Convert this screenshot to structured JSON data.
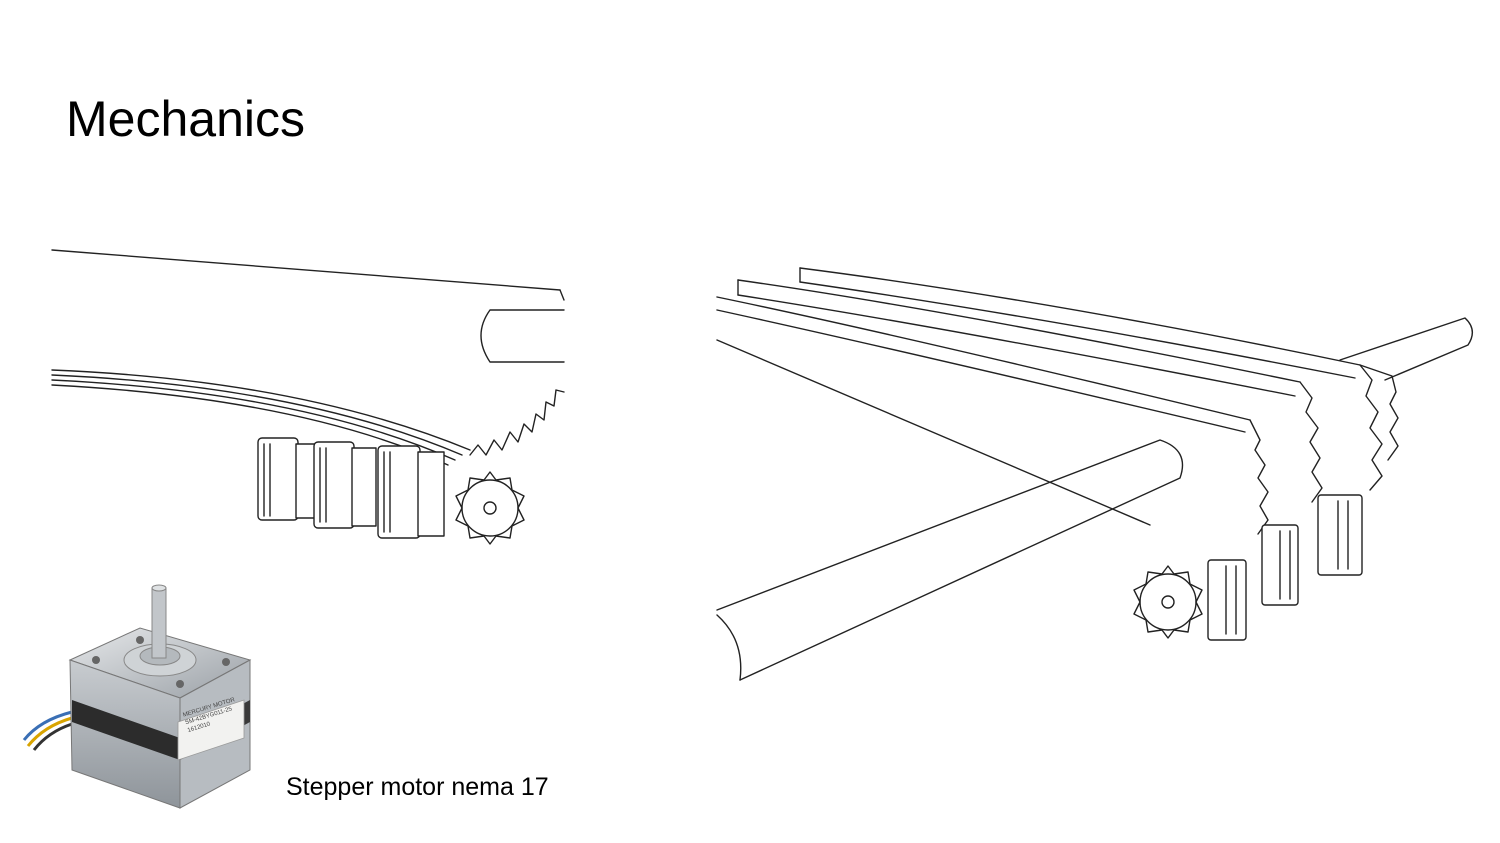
{
  "slide": {
    "title": "Mechanics",
    "photo_caption": "Stepper motor nema 17"
  },
  "illustrations": {
    "left_drawing": "rack-and-pinion-side-view",
    "right_drawing": "rack-and-pinion-perspective-view",
    "photo": "stepper-motor-photo",
    "motor_label_lines": [
      "MERCURY MOTOR",
      "SM-42BYG011-25",
      "1612010"
    ]
  }
}
